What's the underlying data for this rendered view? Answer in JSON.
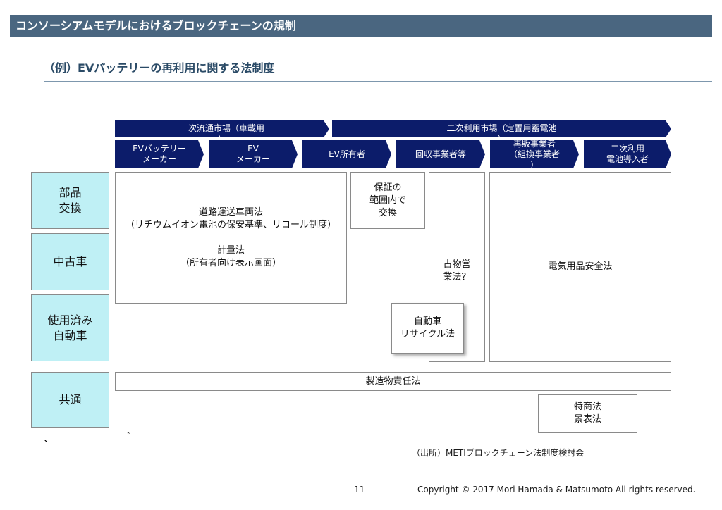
{
  "header": {
    "title": "コンソーシアムモデルにおけるブロックチェーンの規制"
  },
  "subtitle": "（例）EVバッテリーの再利用に関する法制度",
  "markets": {
    "primary": "一次流通市場（車載用\n）",
    "secondary": "二次利用市場（定置用蓄電池\n）"
  },
  "actors": [
    "EVバッテリー\nメーカー",
    "EV\nメーカー",
    "EV所有者",
    "回収事業者等",
    "再販事業者\n（組換事業者\n）",
    "二次利用\n電池導入者"
  ],
  "row_labels": {
    "parts": "部品\n交換",
    "used_car": "中古車",
    "end_of_life": "使用済み\n自動車",
    "common": "共通"
  },
  "laws": {
    "road": "道路運送車両法\n（リチウムイオン電池の保安基準、リコール制度）\n\n計量法\n（所有者向け表示画面）",
    "warranty": "保証の\n範囲内で\n交換",
    "antique": "古物営\n業法？",
    "electrical": "電気用品安全法",
    "recycle": "自動車\nリサイクル法",
    "product_liability": "製造物責任法",
    "commercial": "特商法\n景表法"
  },
  "marks": {
    "left": "、",
    "right": "゛"
  },
  "source": "（出所）METIブロックチェーン法制度検討会",
  "footer": {
    "page": "- 11 -",
    "copyright": "Copyright © 2017 Mori Hamada & Matsumoto  All rights reserved."
  }
}
